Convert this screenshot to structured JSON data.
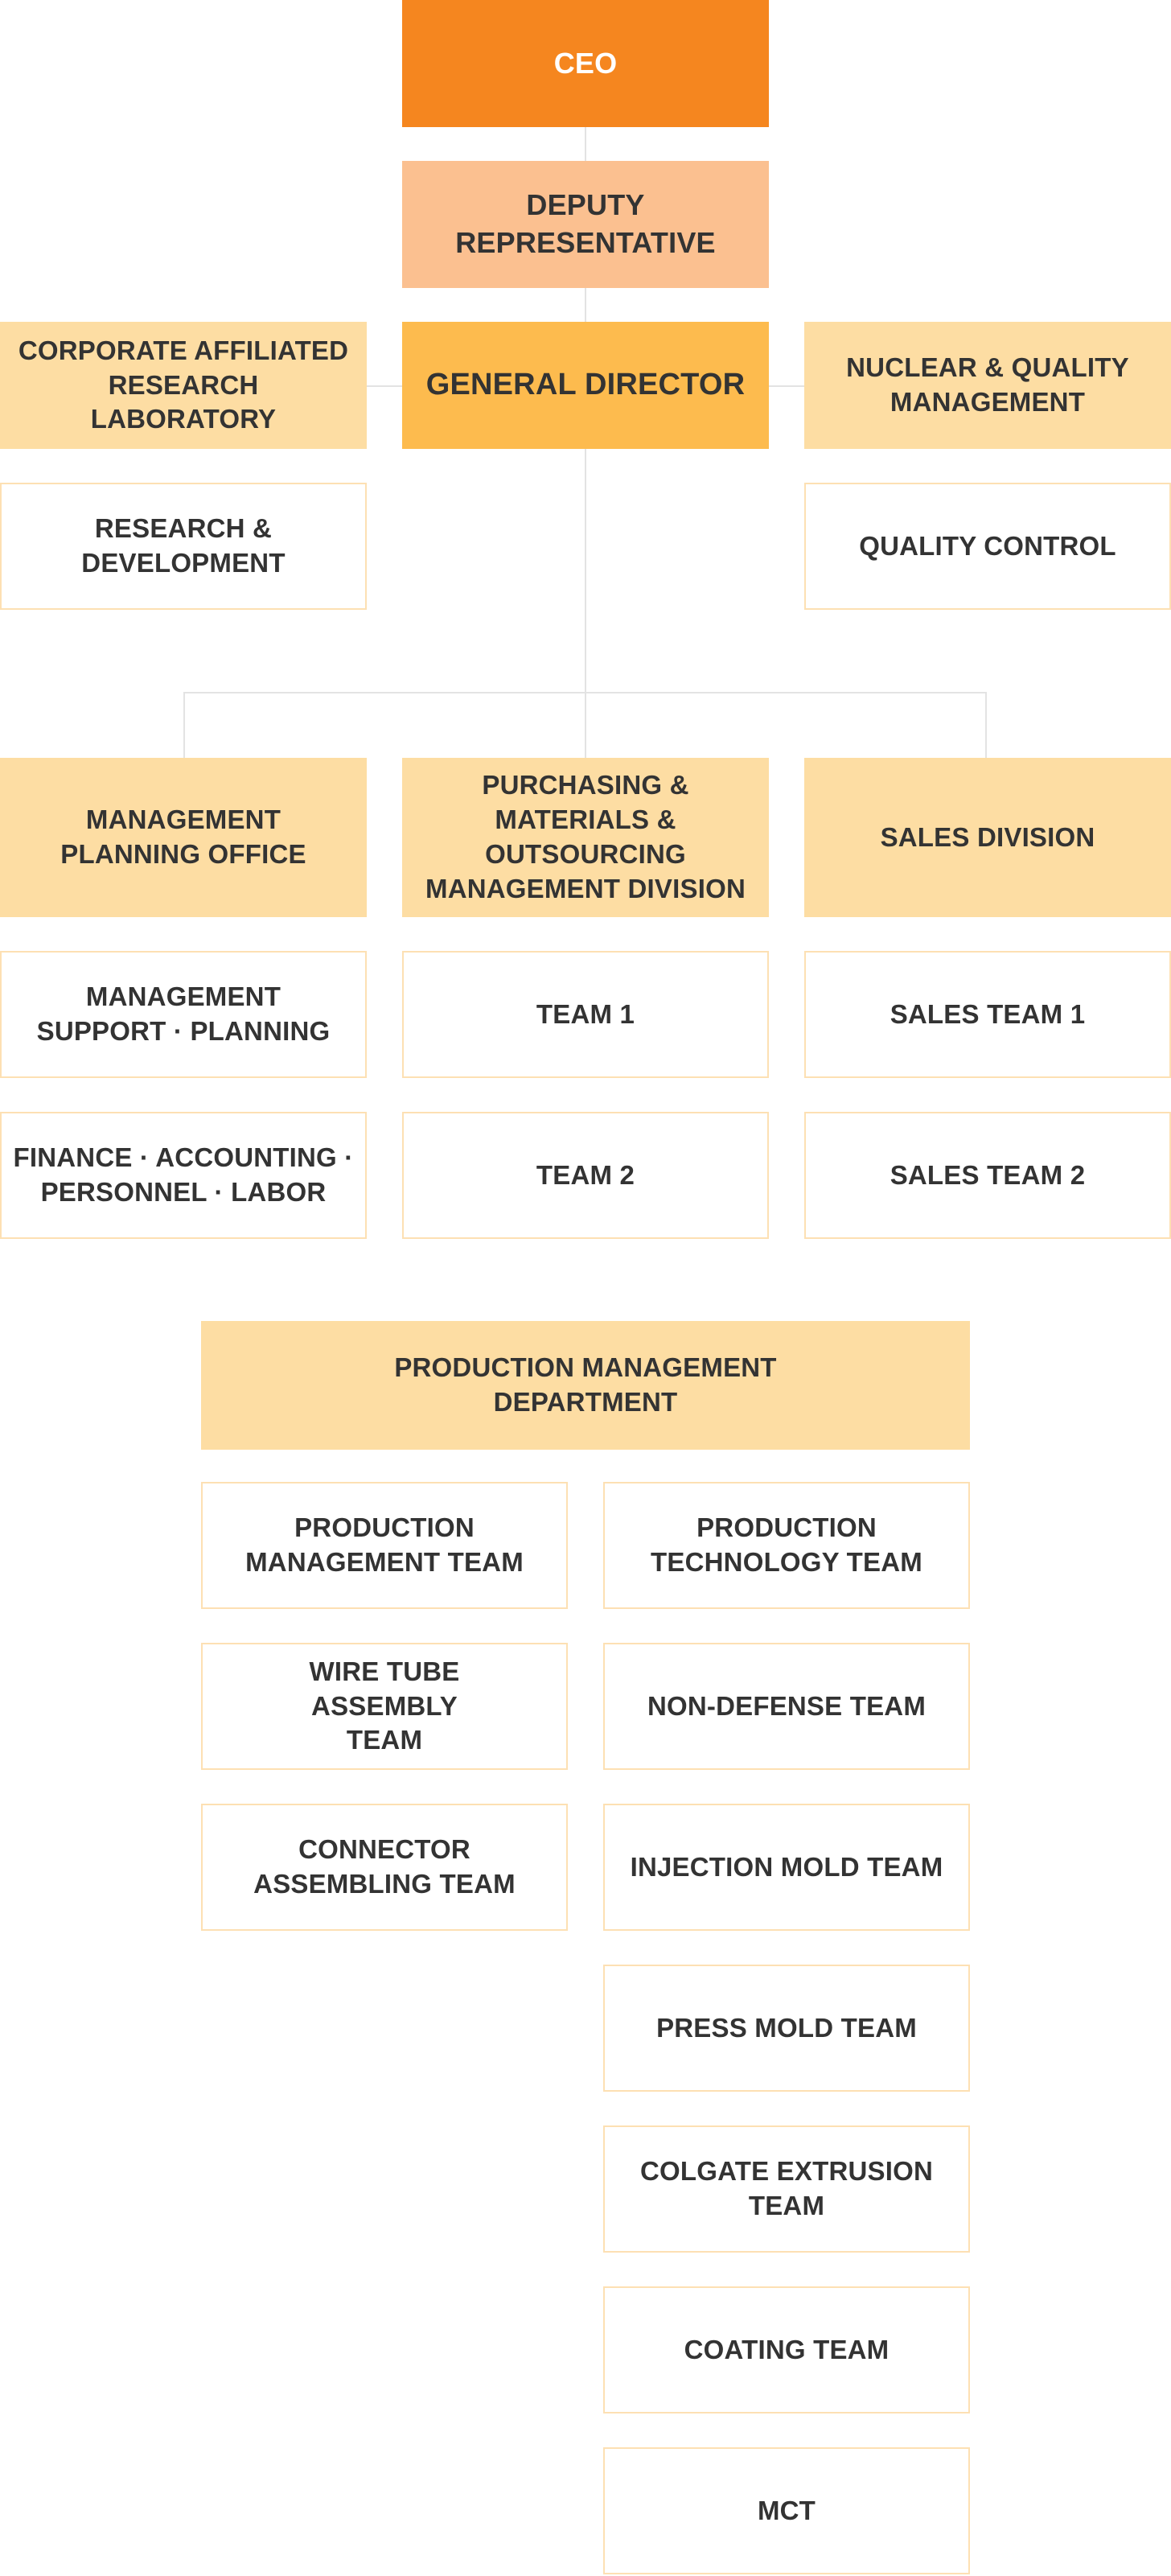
{
  "org_chart": {
    "ceo": "CEO",
    "deputy": "DEPUTY REPRESENTATIVE",
    "general_director": "GENERAL DIRECTOR",
    "research_lab": "CORPORATE AFFILIATED RESEARCH LABORATORY",
    "research_dev": "RESEARCH & DEVELOPMENT",
    "nuclear_quality": "NUCLEAR & QUALITY MANAGEMENT",
    "quality_control": "QUALITY CONTROL",
    "management_office": "MANAGEMENT PLANNING OFFICE",
    "mgmt_support": "MANAGEMENT SUPPORT · PLANNING",
    "finance": "FINANCE · ACCOUNTING · PERSONNEL · LABOR",
    "purchasing_division": "PURCHASING & MATERIALS & OUTSOURCING MANAGEMENT DIVISION",
    "team1": "TEAM 1",
    "team2": "TEAM 2",
    "sales_division": "SALES DIVISION",
    "sales_team1": "SALES TEAM 1",
    "sales_team2": "SALES TEAM 2",
    "production_department": "PRODUCTION MANAGEMENT DEPARTMENT",
    "production_teams_left": [
      "PRODUCTION MANAGEMENT TEAM",
      "WIRE TUBE ASSEMBLY TEAM",
      "CONNECTOR ASSEMBLING TEAM"
    ],
    "production_teams_right": [
      "PRODUCTION TECHNOLOGY TEAM",
      "NON-DEFENSE TEAM",
      "INJECTION MOLD TEAM",
      "PRESS MOLD TEAM",
      "COLGATE EXTRUSION TEAM",
      "COATING TEAM",
      "MCT"
    ]
  },
  "colors": {
    "ceo": "#f5861f",
    "deputy": "#fbc090",
    "general_director": "#fdbb4e",
    "division_head": "#fddda3",
    "team_border": "#fde0b3",
    "connector": "#e3e3e3",
    "text": "#333333"
  }
}
